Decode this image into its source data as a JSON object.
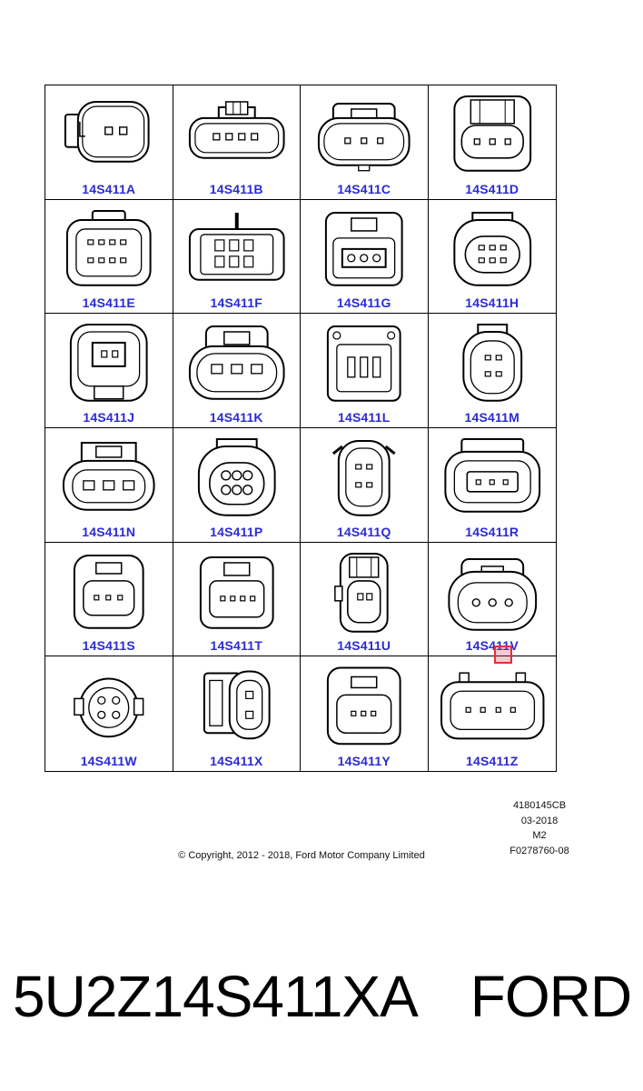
{
  "connectors": [
    {
      "label": "14S411A"
    },
    {
      "label": "14S411B"
    },
    {
      "label": "14S411C"
    },
    {
      "label": "14S411D"
    },
    {
      "label": "14S411E"
    },
    {
      "label": "14S411F"
    },
    {
      "label": "14S411G"
    },
    {
      "label": "14S411H"
    },
    {
      "label": "14S411J"
    },
    {
      "label": "14S411K"
    },
    {
      "label": "14S411L"
    },
    {
      "label": "14S411M"
    },
    {
      "label": "14S411N"
    },
    {
      "label": "14S411P"
    },
    {
      "label": "14S411Q"
    },
    {
      "label": "14S411R"
    },
    {
      "label": "14S411S"
    },
    {
      "label": "14S411T"
    },
    {
      "label": "14S411U"
    },
    {
      "label": "14S411V"
    },
    {
      "label": "14S411W"
    },
    {
      "label": "14S411X"
    },
    {
      "label": "14S411Y"
    },
    {
      "label": "14S411Z"
    }
  ],
  "doc_info": {
    "code": "4180145CB",
    "date": "03-2018",
    "rev": "M2",
    "ref": "F0278760-08"
  },
  "copyright": "© Copyright, 2012 - 2018, Ford Motor Company Limited",
  "part_number": "5U2Z14S411XA",
  "brand": "FORD",
  "colors": {
    "label": "#2b2bd6",
    "highlight": "#e0303a"
  }
}
